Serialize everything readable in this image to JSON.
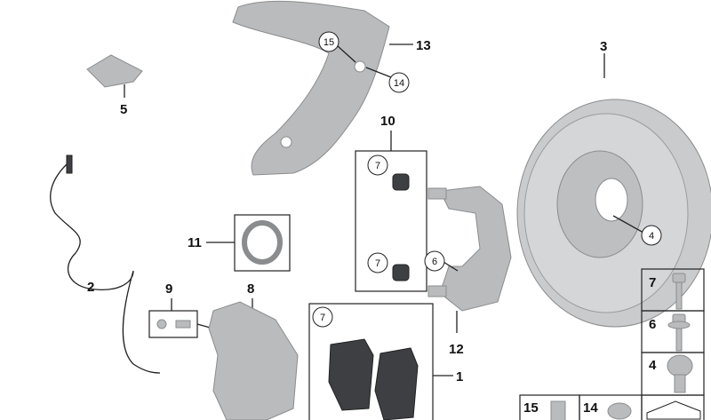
{
  "callouts": {
    "n1": "1",
    "n2": "2",
    "n3": "3",
    "n5": "5",
    "n8": "8",
    "n9": "9",
    "n10": "10",
    "n11": "11",
    "n12": "12",
    "n13": "13"
  },
  "circles": {
    "c4": "4",
    "c6": "6",
    "c7a": "7",
    "c7b": "7",
    "c7c": "7",
    "c14": "14",
    "c15": "15"
  },
  "grid": {
    "g7": "7",
    "g6": "6",
    "g4": "4",
    "g15": "15",
    "g14": "14"
  },
  "colors": {
    "part": "#b9bbbd",
    "line": "#222222"
  }
}
